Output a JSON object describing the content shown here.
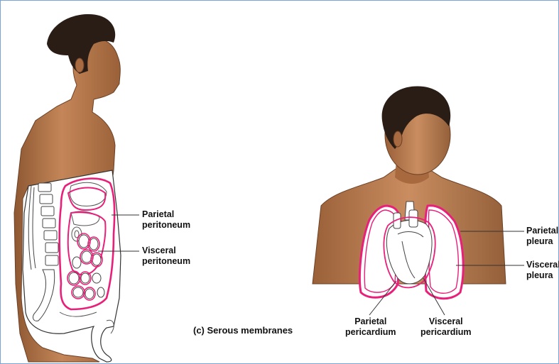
{
  "figure": {
    "caption": "(c) Serous membranes",
    "colors": {
      "skin": "#b97a4e",
      "skin_shadow": "#8e5832",
      "hair": "#2a1d15",
      "membrane": "#e8207a",
      "organ_line": "#555555"
    }
  },
  "labels": {
    "parietal_peritoneum": [
      "Parietal",
      "peritoneum"
    ],
    "visceral_peritoneum": [
      "Visceral",
      "peritoneum"
    ],
    "parietal_pleura": [
      "Parietal",
      "pleura"
    ],
    "visceral_pleura": [
      "Visceral",
      "pleura"
    ],
    "parietal_pericardium": [
      "Parietal",
      "pericardium"
    ],
    "visceral_pericardium": [
      "Visceral",
      "pericardium"
    ]
  }
}
